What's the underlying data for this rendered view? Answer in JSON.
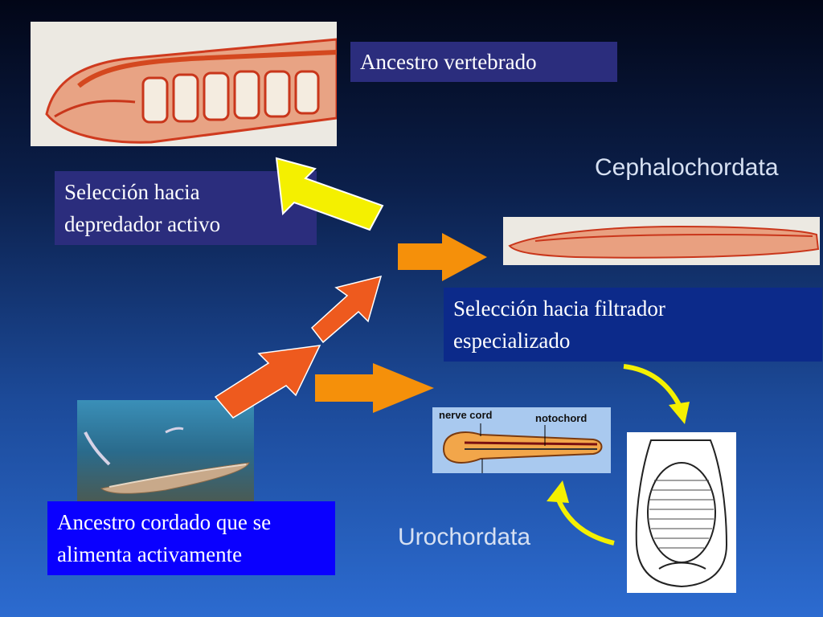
{
  "labels": {
    "ancestro_vertebrado": "Ancestro vertebrado",
    "cephalochordata": "Cephalochordata",
    "urochordata": "Urochordata",
    "seleccion_depredador_1": "Selección hacia",
    "seleccion_depredador_2": "depredador activo",
    "seleccion_filtrador_1": "Selección hacia filtrador",
    "seleccion_filtrador_2": "especializado",
    "ancestro_cordado_1": "Ancestro cordado que se",
    "ancestro_cordado_2": "alimenta activamente",
    "nerve_cord": "nerve cord",
    "notochord": "notochord"
  },
  "colors": {
    "box_dark": "#2b2d7d",
    "box_filtrador": "#0c2a8a",
    "box_blue": "#0a00ff",
    "arrow_yellow": "#f4f000",
    "arrow_orange": "#f5900a",
    "arrow_red": "#ee5a1e"
  }
}
